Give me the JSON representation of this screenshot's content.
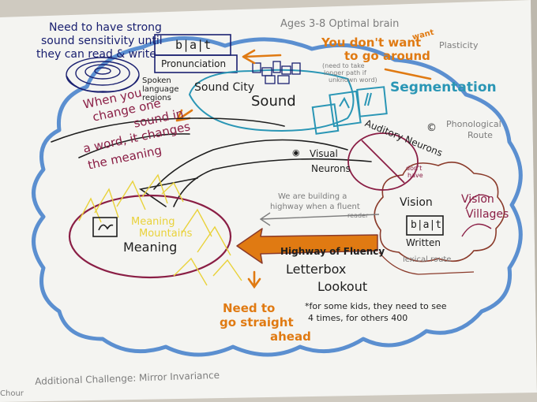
{
  "colors": {
    "paper": "#f4f4f1",
    "cloud": "#5b8fd0",
    "teal": "#2a96b5",
    "orange": "#e07a12",
    "maroon": "#8a1e45",
    "black": "#1e1e1e",
    "navy": "#1a2070",
    "yellow": "#e9d23a",
    "gray": "#7d7d7d",
    "brown": "#8a3a2a"
  },
  "poster": {
    "sensitivity_note": [
      "Need to have strong",
      "sound sensitivity until",
      "they can read & write"
    ],
    "pronunciation": {
      "word": "b|a|t",
      "label": "Pronunciation"
    },
    "spoken_language_regions": [
      "Spoken",
      "language",
      "regions"
    ],
    "sound_city": {
      "city": "Sound City",
      "label": "Sound"
    },
    "age_note": "Ages 3-8 Optimal brain",
    "plasticity": "Plasticity",
    "want_note": [
      "You don't want",
      "to go around"
    ],
    "want_small": "want",
    "path_note": [
      "(need to take",
      "longer path if",
      "unknown word)"
    ],
    "segmentation": "Segmentation",
    "auditory_neurons": "Auditory Neurons",
    "copyright": "©",
    "phonological_route": [
      "Phonological",
      "Route"
    ],
    "meaning_change_note": [
      "When you",
      "change one",
      "sound in",
      "a word, it changes",
      "the meaning"
    ],
    "visual_neurons": [
      "Visual",
      "Neurons"
    ],
    "dont_have": [
      "don't",
      "have"
    ],
    "highway_note": [
      "We are building a",
      "highway when a fluent",
      "reader"
    ],
    "vision": {
      "label": "Vision",
      "word": "b|a|t",
      "written": "Written"
    },
    "vision_villages": [
      "Vision",
      "Villages"
    ],
    "meaning_mountains": [
      "Meaning",
      "Mountains"
    ],
    "meaning": "Meaning",
    "highway_of_fluency": "Highway of Fluency",
    "lexical_route": "lexical route",
    "letterbox": [
      "Letterbox",
      "Lookout"
    ],
    "straight_ahead": [
      "Need to",
      "go straight",
      "ahead"
    ],
    "kids_note": [
      "*for some kids, they need to see",
      "4 times, for others 400"
    ],
    "additional_challenge": "Additional Challenge: Mirror Invariance",
    "edge_note": "Chour"
  }
}
